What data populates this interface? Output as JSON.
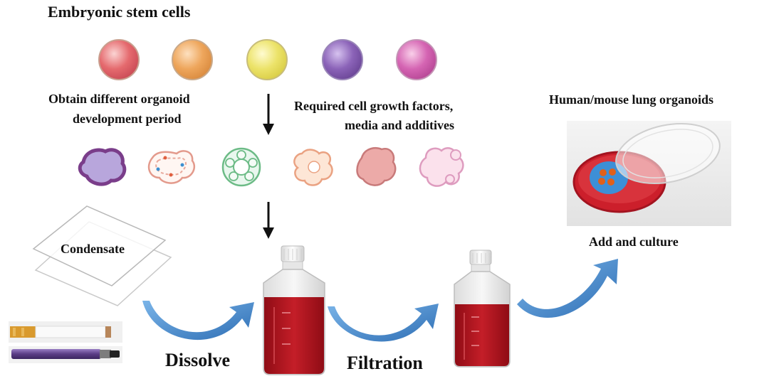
{
  "labels": {
    "title": "Embryonic stem cells",
    "obtain_line1": "Obtain different organoid",
    "obtain_line2": "development period",
    "required_line1": "Required cell growth factors,",
    "required_line2": "media and additives",
    "organoids_title": "Human/mouse lung organoids",
    "add_culture": "Add and culture",
    "condensate": "Condensate",
    "dissolve": "Dissolve",
    "filtration": "Filtration"
  },
  "colors": {
    "stem_cells": [
      "#e56a6e",
      "#eea65c",
      "#ece36a",
      "#8b63b8",
      "#d565b3"
    ],
    "arrow_blue": "#4f8fd0",
    "media_red": "#b3121c",
    "dish_red": "#cc1f2b",
    "organoid_blue": "#3d8fd6",
    "organoid_orange": "#e0601a"
  },
  "icons": {
    "down_arrow": "down-arrow-icon",
    "curved_arrow": "curved-arrow-icon",
    "cigarette": "cigarette-icon",
    "e_cigarette": "e-cigarette-icon",
    "flask": "culture-flask-icon",
    "petri_dish": "petri-dish-icon"
  }
}
